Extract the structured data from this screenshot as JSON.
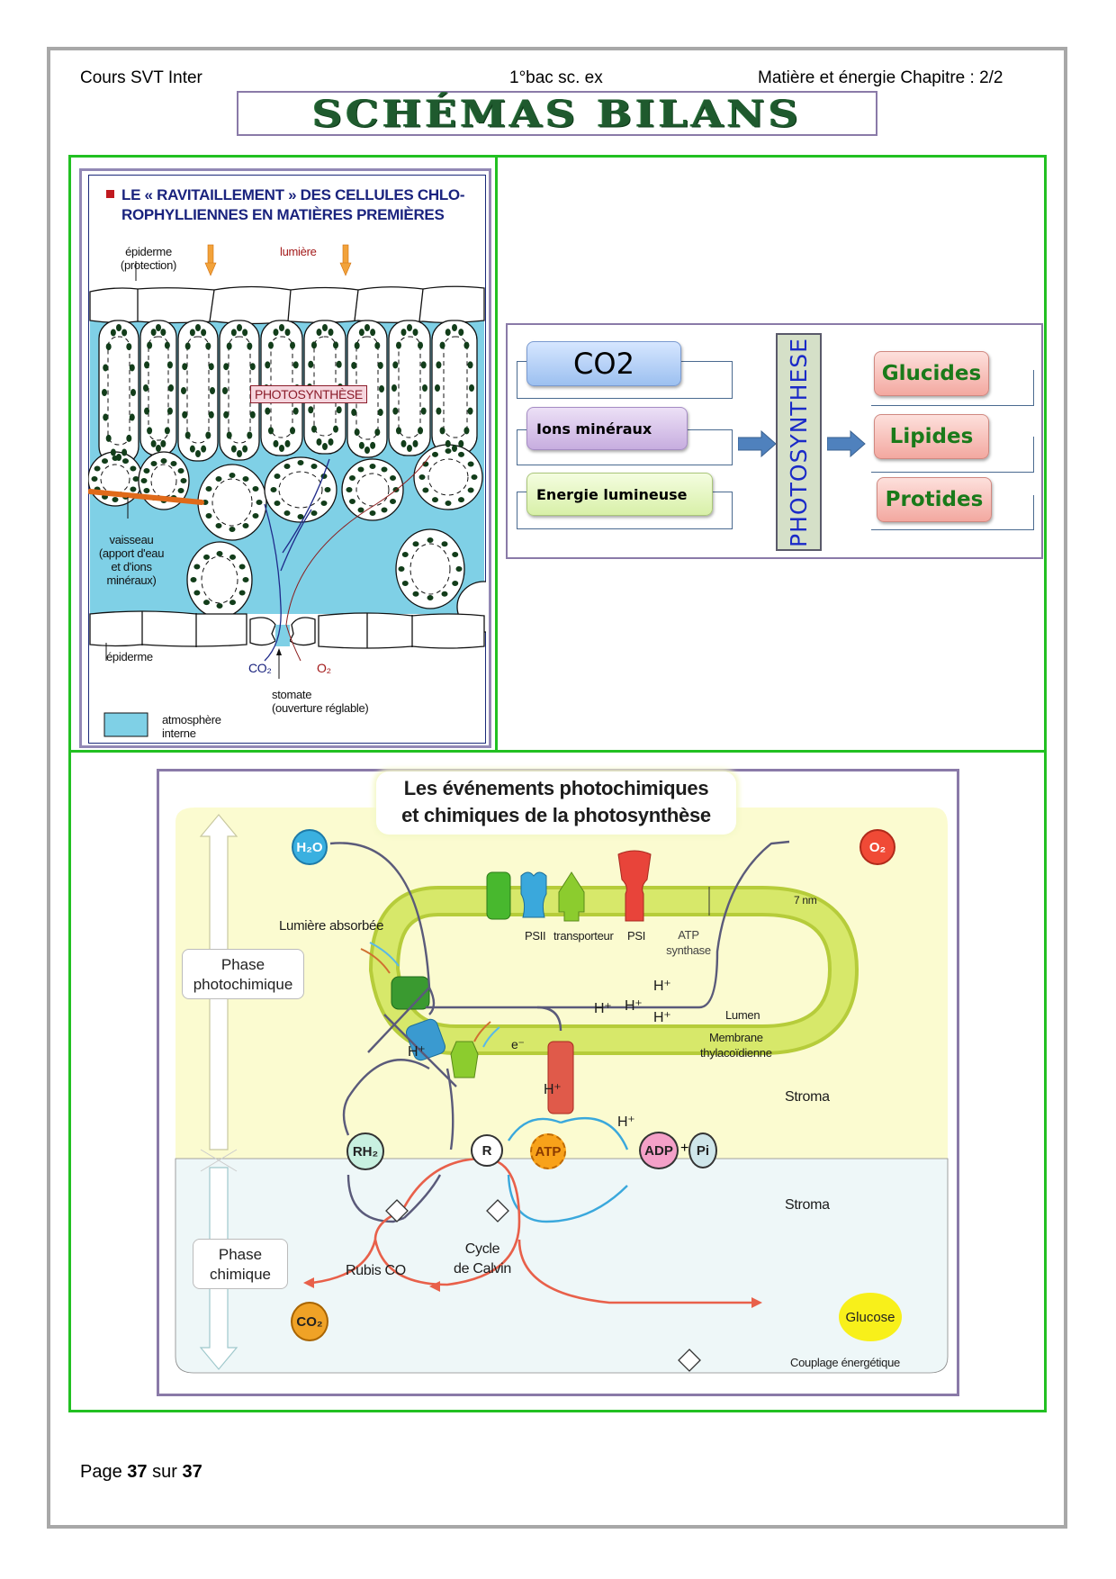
{
  "header": {
    "left": "Cours SVT Inter",
    "center": "1°bac sc. ex",
    "right": "Matière et énergie Chapitre : 2/2"
  },
  "title": "SCHÉMAS BILANS",
  "leaf_diagram": {
    "title_line1": "LE « RAVITAILLEMENT » DES CELLULES CHLO-",
    "title_line2": "ROPHYLLIENNES EN MATIÈRES PREMIÈRES",
    "labels": {
      "epiderme_top_1": "épiderme",
      "epiderme_top_2": "(protection)",
      "lumiere": "lumière",
      "photosynthese": "PHOTOSYNTHÈSE",
      "vaisseau_1": "vaisseau",
      "vaisseau_2": "(apport d'eau",
      "vaisseau_3": "et d'ions",
      "vaisseau_4": "minéraux)",
      "epiderme_bottom": "épiderme",
      "co2": "CO₂",
      "o2": "O₂",
      "stomate_1": "stomate",
      "stomate_2": "(ouverture réglable)",
      "legend_1": "atmosphère",
      "legend_2": "interne"
    },
    "colors": {
      "title": "#1a237e",
      "bullet": "#c0191f",
      "internal_atmosphere": "#7fd0e6",
      "chloroplast": "#123d1a",
      "vessel": "#e06a1a"
    }
  },
  "flow_diagram": {
    "inputs": [
      "CO2",
      "Ions minéraux",
      "Energie lumineuse"
    ],
    "process": "PHOTOSYNTHESE",
    "outputs": [
      "Glucides",
      "Lipides",
      "Protides"
    ],
    "colors": {
      "process_text": "#1a2ac8",
      "output_text": "#1a7a1a",
      "arrow": "#4f81bd"
    }
  },
  "photosynthesis_diagram": {
    "title_line1": "Les événements photochimiques",
    "title_line2": "et chimiques de la photosynthèse",
    "molecules": {
      "h2o": "H₂O",
      "o2": "O₂",
      "rh2": "RH₂",
      "r": "R",
      "atp": "ATP",
      "adp": "ADP",
      "pi": "Pi",
      "co2": "CO₂",
      "glucose": "Glucose",
      "plus": "+"
    },
    "labels": {
      "lumiere_absorbee": "Lumière absorbée",
      "phase_photo_1": "Phase",
      "phase_photo_2": "photochimique",
      "phase_chim_1": "Phase",
      "phase_chim_2": "chimique",
      "psii": "PSII",
      "transporteur": "transporteur",
      "psi": "PSI",
      "atp_synthase_1": "ATP",
      "atp_synthase_2": "synthase",
      "thickness": "7 nm",
      "lumen": "Lumen",
      "membrane_1": "Membrane",
      "membrane_2": "thylacoïdienne",
      "stroma_upper": "Stroma",
      "stroma_lower": "Stroma",
      "h_plus": "H⁺",
      "e_minus": "e⁻",
      "rubisco": "Rubis CO",
      "calvin_1": "Cycle",
      "calvin_2": "de Calvin",
      "couplage": "Couplage énergétique"
    }
  },
  "footer": {
    "page_word": "Page",
    "current": "37",
    "sur_word": "sur",
    "total": "37"
  }
}
